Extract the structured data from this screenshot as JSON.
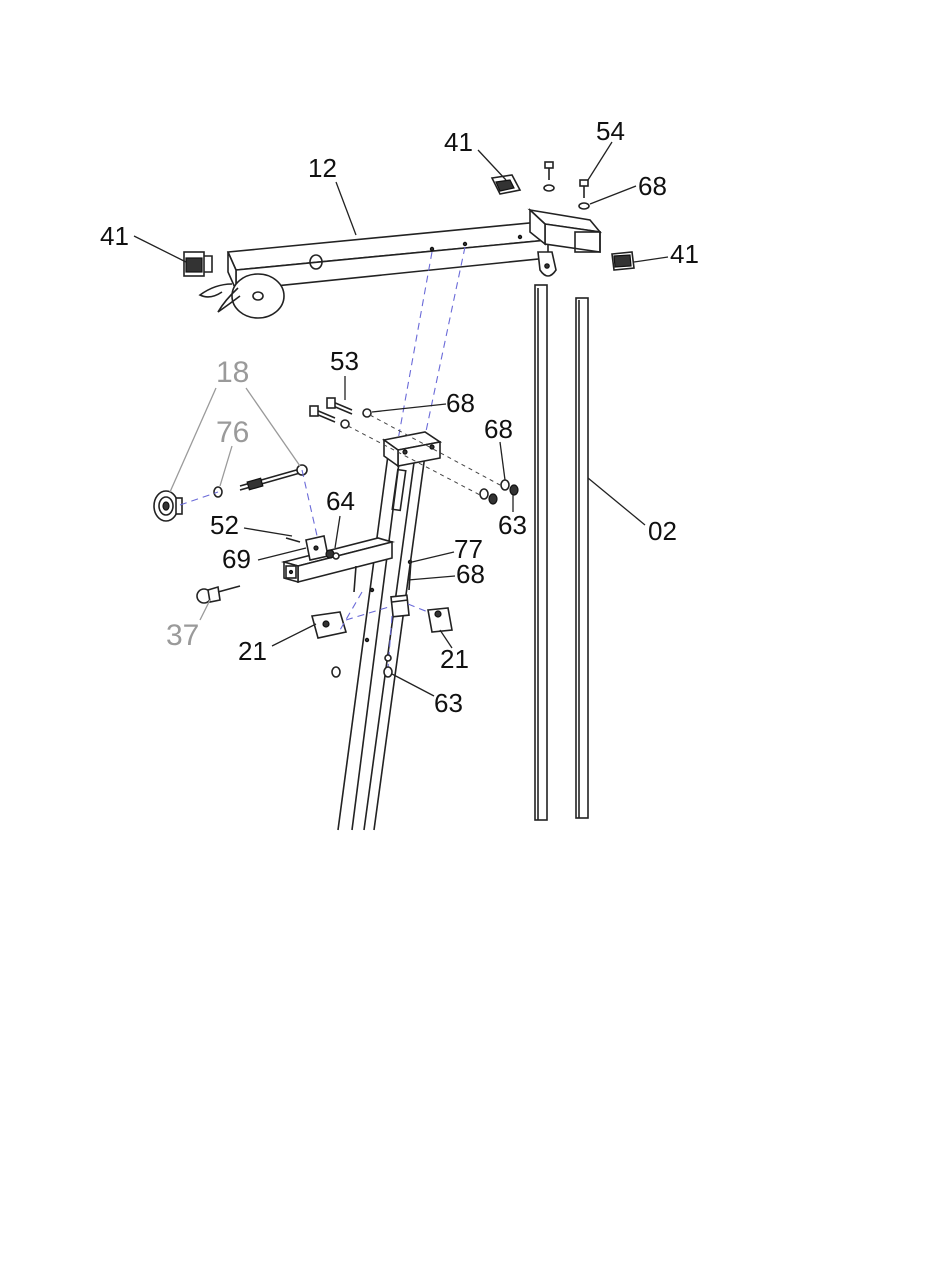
{
  "labels": {
    "p41_left": "41",
    "p12": "12",
    "p41_top": "41",
    "p54": "54",
    "p68_top": "68",
    "p41_right": "41",
    "p53": "53",
    "p68_mid": "68",
    "p68_right": "68",
    "p63_right": "63",
    "p18": "18",
    "p76": "76",
    "p02": "02",
    "p64": "64",
    "p52": "52",
    "p69": "69",
    "p77": "77",
    "p68_low": "68",
    "p37": "37",
    "p21_left": "21",
    "p21_right": "21",
    "p63_low": "63"
  },
  "colors": {
    "line": "#222222",
    "guide": "#6a6ad8",
    "faded_label": "#9a9a9a"
  }
}
